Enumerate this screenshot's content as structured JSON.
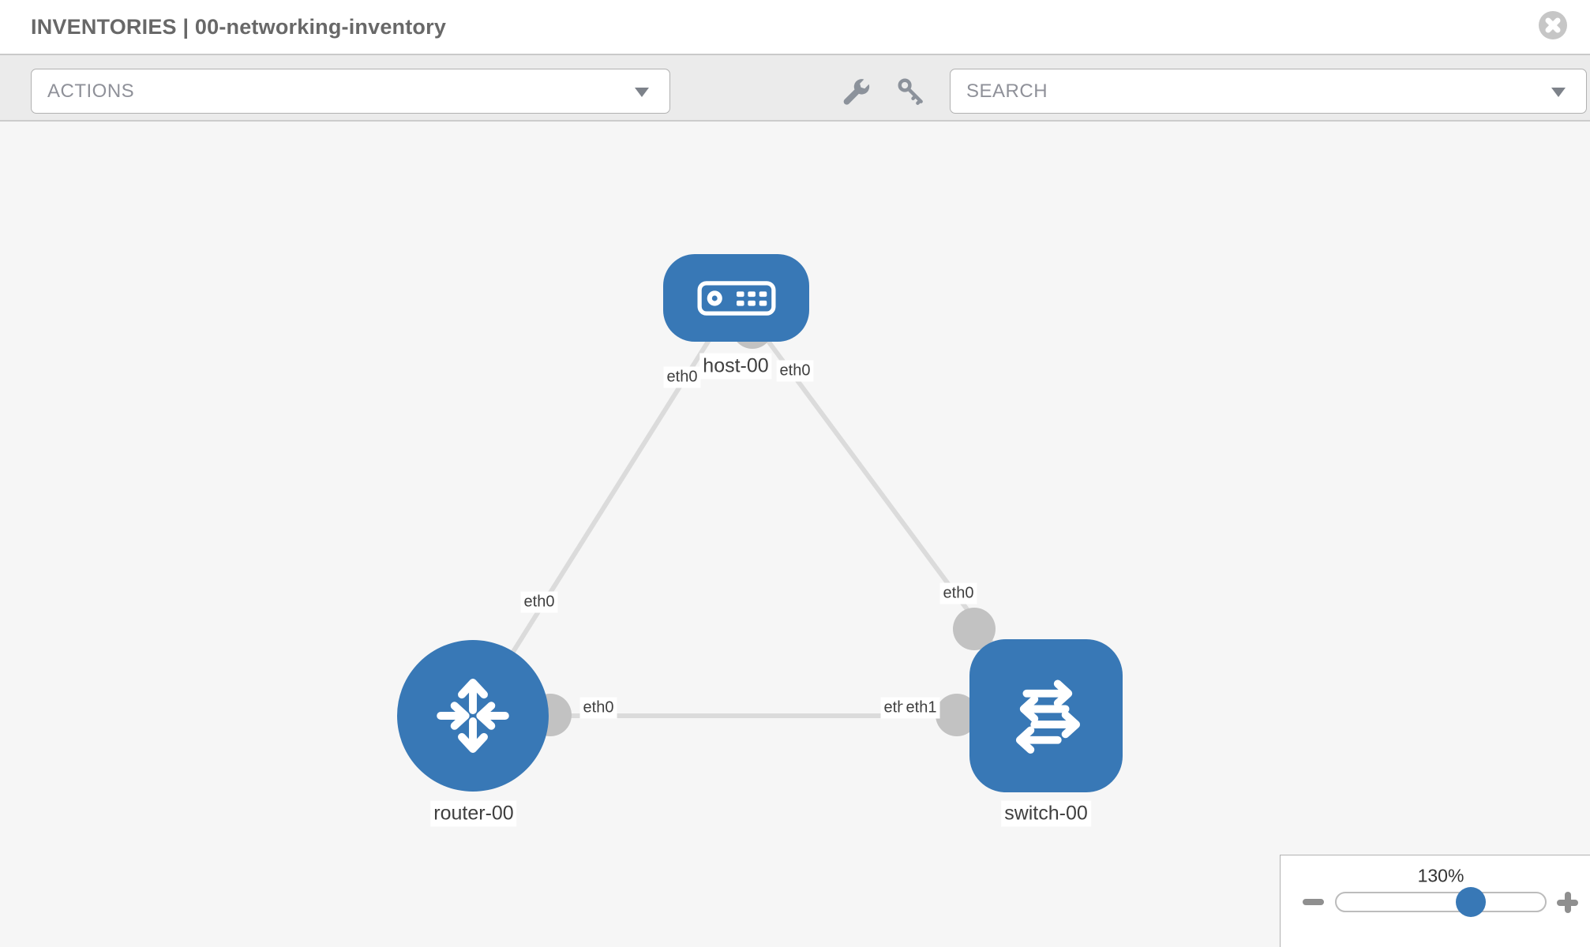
{
  "header": {
    "title": "INVENTORIES | 00-networking-inventory",
    "close_icon": "close"
  },
  "toolbar": {
    "actions_dropdown": {
      "label": "ACTIONS"
    },
    "search_dropdown": {
      "label": "SEARCH"
    },
    "wrench_icon": "wrench",
    "key_icon": "key"
  },
  "canvas": {
    "nodes": {
      "host": {
        "label": "host-00",
        "type": "host"
      },
      "router": {
        "label": "router-00",
        "type": "router"
      },
      "switch": {
        "label": "switch-00",
        "type": "switch"
      }
    },
    "links": [
      {
        "from": "host-00",
        "to": "router-00"
      },
      {
        "from": "host-00",
        "to": "switch-00"
      },
      {
        "from": "router-00",
        "to": "switch-00"
      }
    ],
    "interfaces": {
      "host_left": "eth0",
      "host_right": "eth0",
      "router_top": "eth0",
      "router_right": "eth0",
      "switch_top": "eth0",
      "switch_left_back": "eth0",
      "switch_left_front": "eth1"
    }
  },
  "zoom_control": {
    "level": "130%",
    "minus_icon": "zoom-out",
    "plus_icon": "zoom-in"
  },
  "colors": {
    "node_blue": "#3878b6",
    "link_gray": "#dbdbdb",
    "interface_gray": "#c2c2c2",
    "toolbar_gray": "#ebebeb"
  }
}
